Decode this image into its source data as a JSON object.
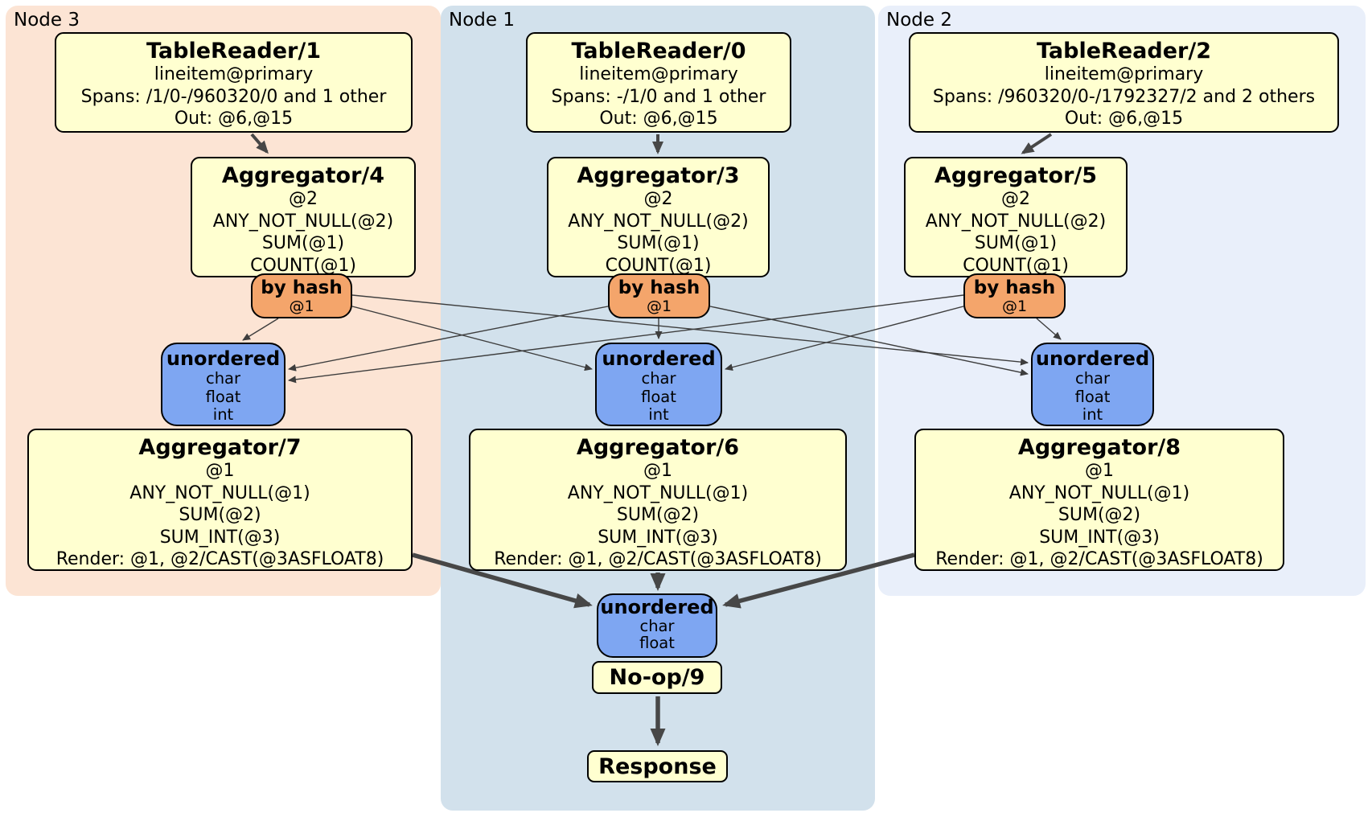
{
  "diagram": {
    "panels": [
      {
        "id": "node3",
        "label": "Node 3"
      },
      {
        "id": "node1",
        "label": "Node 1"
      },
      {
        "id": "node2",
        "label": "Node 2"
      }
    ],
    "processors": {
      "tr1": {
        "title": "TableReader/1",
        "lines": [
          "lineitem@primary",
          "Spans: /1/0-/960320/0 and 1 other",
          "Out: @6,@15"
        ]
      },
      "tr0": {
        "title": "TableReader/0",
        "lines": [
          "lineitem@primary",
          "Spans: -/1/0 and 1 other",
          "Out: @6,@15"
        ]
      },
      "tr2": {
        "title": "TableReader/2",
        "lines": [
          "lineitem@primary",
          "Spans: /960320/0-/1792327/2 and 2 others",
          "Out: @6,@15"
        ]
      },
      "agg4": {
        "title": "Aggregator/4",
        "lines": [
          "@2",
          "ANY_NOT_NULL(@2)",
          "SUM(@1)",
          "COUNT(@1)"
        ]
      },
      "agg3": {
        "title": "Aggregator/3",
        "lines": [
          "@2",
          "ANY_NOT_NULL(@2)",
          "SUM(@1)",
          "COUNT(@1)"
        ]
      },
      "agg5": {
        "title": "Aggregator/5",
        "lines": [
          "@2",
          "ANY_NOT_NULL(@2)",
          "SUM(@1)",
          "COUNT(@1)"
        ]
      },
      "agg7": {
        "title": "Aggregator/7",
        "lines": [
          "@1",
          "ANY_NOT_NULL(@1)",
          "SUM(@2)",
          "SUM_INT(@3)",
          "Render: @1, @2/CAST(@3ASFLOAT8)"
        ]
      },
      "agg6": {
        "title": "Aggregator/6",
        "lines": [
          "@1",
          "ANY_NOT_NULL(@1)",
          "SUM(@2)",
          "SUM_INT(@3)",
          "Render: @1, @2/CAST(@3ASFLOAT8)"
        ]
      },
      "agg8": {
        "title": "Aggregator/8",
        "lines": [
          "@1",
          "ANY_NOT_NULL(@1)",
          "SUM(@2)",
          "SUM_INT(@3)",
          "Render: @1, @2/CAST(@3ASFLOAT8)"
        ]
      },
      "noop": {
        "title": "No-op/9"
      },
      "response": {
        "title": "Response"
      }
    },
    "routers": {
      "bh3": {
        "title": "by hash",
        "lines": [
          "@1"
        ]
      },
      "bh1": {
        "title": "by hash",
        "lines": [
          "@1"
        ]
      },
      "bh2": {
        "title": "by hash",
        "lines": [
          "@1"
        ]
      }
    },
    "syncs": {
      "u3": {
        "title": "unordered",
        "lines": [
          "char",
          "float",
          "int"
        ]
      },
      "u1": {
        "title": "unordered",
        "lines": [
          "char",
          "float",
          "int"
        ]
      },
      "u2": {
        "title": "unordered",
        "lines": [
          "char",
          "float",
          "int"
        ]
      },
      "ufinal": {
        "title": "unordered",
        "lines": [
          "char",
          "float"
        ]
      }
    },
    "edges": [
      {
        "from": "tr1",
        "to": "agg4"
      },
      {
        "from": "tr0",
        "to": "agg3"
      },
      {
        "from": "tr2",
        "to": "agg5"
      },
      {
        "from": "bh3",
        "to": "u3"
      },
      {
        "from": "bh3",
        "to": "u1"
      },
      {
        "from": "bh3",
        "to": "u2"
      },
      {
        "from": "bh1",
        "to": "u3"
      },
      {
        "from": "bh1",
        "to": "u1"
      },
      {
        "from": "bh1",
        "to": "u2"
      },
      {
        "from": "bh2",
        "to": "u3"
      },
      {
        "from": "bh2",
        "to": "u1"
      },
      {
        "from": "bh2",
        "to": "u2"
      },
      {
        "from": "agg7",
        "to": "ufinal"
      },
      {
        "from": "agg6",
        "to": "ufinal"
      },
      {
        "from": "agg8",
        "to": "ufinal"
      },
      {
        "from": "noop",
        "to": "response"
      }
    ],
    "colors": {
      "processor_fill": "#ffffd0",
      "router_fill": "#f4a56b",
      "sync_fill": "#7ea6f2",
      "node3_bg": "#fce4d4",
      "node1_bg": "#d2e1ec",
      "node2_bg": "#e9effa",
      "edge_thin": "#3d3d3d",
      "edge_thick": "#474747"
    }
  }
}
